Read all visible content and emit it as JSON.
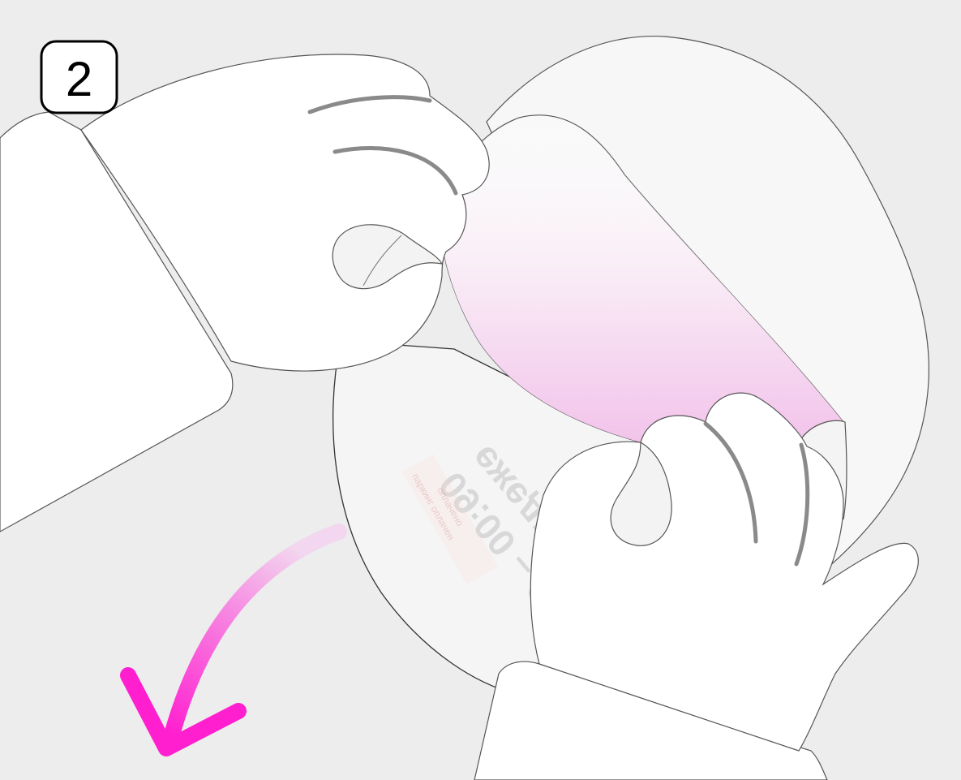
{
  "step": {
    "number": "2"
  },
  "sticker": {
    "line1": "09:00 – 2",
    "line2": "ежеднев",
    "label_line1": "оплачено",
    "label_line2": "паркинг оплачен"
  },
  "colors": {
    "background": "#ededed",
    "outline": "#555555",
    "hand_fill": "#ffffff",
    "film_fill": "#f7f7f7",
    "accent": "#ff2fd0",
    "finger_lines": "#8a8a8a"
  },
  "icons": {
    "arrow": "curved-arrow-down-left-icon"
  }
}
